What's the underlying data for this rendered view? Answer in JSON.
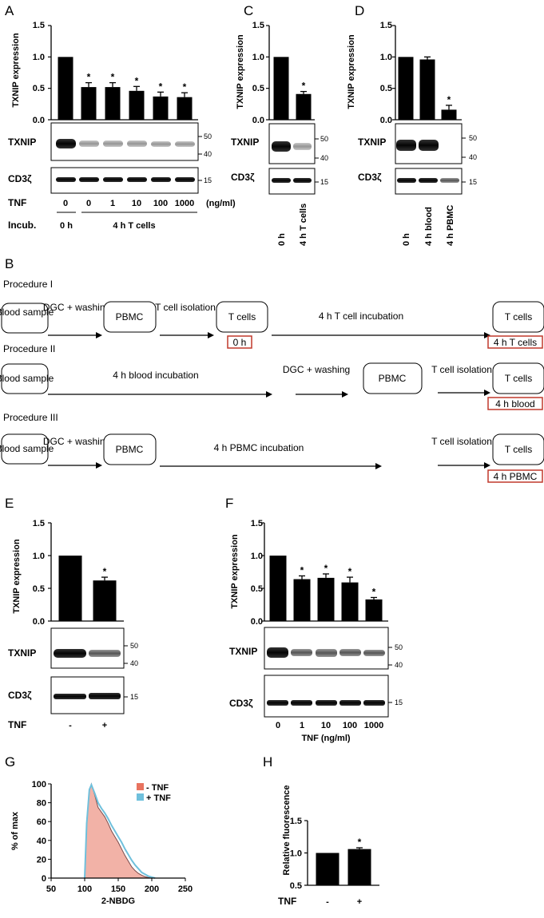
{
  "panel_labels": {
    "A": "A",
    "B": "B",
    "C": "C",
    "D": "D",
    "E": "E",
    "F": "F",
    "G": "G",
    "H": "H"
  },
  "common": {
    "ylabel": "TXNIP expression",
    "yticks": [
      "0.0",
      "0.5",
      "1.0",
      "1.5"
    ],
    "txnip_label": "TXNIP",
    "cd3_label": "CD3ζ",
    "mw_50": "50",
    "mw_40": "40",
    "mw_15": "15",
    "star": "*"
  },
  "panel_A": {
    "tnf_label": "TNF",
    "incub_label": "Incub.",
    "unit": "(ng/ml)",
    "categories": [
      "0",
      "0",
      "1",
      "10",
      "100",
      "1000"
    ],
    "group_0h": "0 h",
    "group_4h": "4 h T cells"
  },
  "panel_C": {
    "categories": [
      "0 h",
      "4 h T cells"
    ]
  },
  "panel_D": {
    "categories": [
      "0 h",
      "4 h blood",
      "4 h PBMC"
    ]
  },
  "panel_E": {
    "tnf_label": "TNF",
    "categories": [
      "-",
      "+"
    ]
  },
  "panel_F": {
    "categories": [
      "0",
      "1",
      "10",
      "100",
      "1000"
    ],
    "xlabel": "TNF (ng/ml)"
  },
  "panel_G": {
    "ylabel": "% of max",
    "xlabel": "2-NBDG",
    "yticks": [
      "0",
      "20",
      "40",
      "60",
      "80",
      "100"
    ],
    "xticks": [
      "50",
      "100",
      "150",
      "200",
      "250"
    ],
    "legend_minus": "- TNF",
    "legend_plus": "+ TNF",
    "color_minus": "#e8735f",
    "color_plus": "#6fc0dc"
  },
  "panel_H": {
    "ylabel": "Relative fluorescence",
    "yticks": [
      "0.5",
      "1.0",
      "1.5"
    ],
    "tnf_label": "TNF",
    "categories": [
      "-",
      "+"
    ]
  },
  "procedures": {
    "p1": {
      "title": "Procedure I",
      "blood": "Blood sample",
      "dgc": "DGC + washing",
      "pbmc": "PBMC",
      "tiso": "T cell isolation",
      "tcells_a": "T cells",
      "tag_a": "0 h",
      "incub": "4 h T cell incubation",
      "tcells_b": "T cells",
      "tag_b": "4 h T cells"
    },
    "p2": {
      "title": "Procedure II",
      "blood": "Blood sample",
      "incub": "4 h blood incubation",
      "dgc": "DGC + washing",
      "pbmc": "PBMC",
      "tiso": "T cell isolation",
      "tcells": "T cells",
      "tag": "4 h blood"
    },
    "p3": {
      "title": "Procedure III",
      "blood": "Blood sample",
      "dgc": "DGC + washing",
      "pbmc": "PBMC",
      "incub": "4 h PBMC incubation",
      "tiso": "T cell isolation",
      "tcells": "T cells",
      "tag": "4 h PBMC"
    }
  },
  "chart_data": [
    {
      "panel": "A",
      "type": "bar",
      "ylabel": "TXNIP expression",
      "ylim": [
        0,
        1.5
      ],
      "categories": [
        "0",
        "0",
        "1",
        "10",
        "100",
        "1000"
      ],
      "values": [
        1.0,
        0.52,
        0.52,
        0.46,
        0.37,
        0.36
      ],
      "errors": [
        0,
        0.07,
        0.07,
        0.07,
        0.07,
        0.07
      ],
      "significant": [
        false,
        true,
        true,
        true,
        true,
        true
      ]
    },
    {
      "panel": "C",
      "type": "bar",
      "ylabel": "TXNIP expression",
      "ylim": [
        0,
        1.5
      ],
      "categories": [
        "0 h",
        "4 h T cells"
      ],
      "values": [
        1.0,
        0.41
      ],
      "errors": [
        0,
        0.04
      ],
      "significant": [
        false,
        true
      ]
    },
    {
      "panel": "D",
      "type": "bar",
      "ylabel": "TXNIP expression",
      "ylim": [
        0,
        1.5
      ],
      "categories": [
        "0 h",
        "4 h blood",
        "4 h PBMC"
      ],
      "values": [
        1.0,
        0.96,
        0.16
      ],
      "errors": [
        0,
        0.04,
        0.07
      ],
      "significant": [
        false,
        false,
        true
      ]
    },
    {
      "panel": "E",
      "type": "bar",
      "ylabel": "TXNIP expression",
      "ylim": [
        0,
        1.5
      ],
      "categories": [
        "-",
        "+"
      ],
      "values": [
        1.0,
        0.62
      ],
      "errors": [
        0,
        0.05
      ],
      "significant": [
        false,
        true
      ]
    },
    {
      "panel": "F",
      "type": "bar",
      "ylabel": "TXNIP expression",
      "xlabel": "TNF (ng/ml)",
      "ylim": [
        0,
        1.5
      ],
      "categories": [
        "0",
        "1",
        "10",
        "100",
        "1000"
      ],
      "values": [
        1.0,
        0.64,
        0.66,
        0.59,
        0.33
      ],
      "errors": [
        0,
        0.05,
        0.06,
        0.08,
        0.03
      ],
      "significant": [
        false,
        true,
        true,
        true,
        true
      ]
    },
    {
      "panel": "G",
      "type": "area",
      "ylabel": "% of max",
      "xlabel": "2-NBDG",
      "xlim": [
        50,
        250
      ],
      "ylim": [
        0,
        100
      ],
      "series": [
        {
          "name": "- TNF",
          "x": [
            100,
            103,
            107,
            110,
            115,
            120,
            125,
            130,
            135,
            140,
            145,
            150,
            155,
            160,
            165,
            170,
            175,
            180,
            185,
            190,
            195,
            200
          ],
          "y": [
            0,
            60,
            93,
            100,
            88,
            75,
            70,
            65,
            58,
            50,
            44,
            38,
            31,
            24,
            18,
            12,
            8,
            5,
            3,
            1.5,
            0.5,
            0
          ]
        },
        {
          "name": "+ TNF",
          "x": [
            100,
            103,
            107,
            110,
            115,
            120,
            125,
            130,
            135,
            140,
            145,
            150,
            155,
            160,
            165,
            170,
            175,
            180,
            185,
            190,
            195,
            200,
            205
          ],
          "y": [
            0,
            58,
            94,
            99,
            90,
            80,
            74,
            69,
            63,
            56,
            50,
            44,
            38,
            31,
            25,
            19,
            14,
            10,
            6,
            4,
            2,
            1,
            0
          ]
        }
      ]
    },
    {
      "panel": "H",
      "type": "bar",
      "ylabel": "Relative fluorescence",
      "ylim": [
        0.5,
        1.5
      ],
      "categories": [
        "-",
        "+"
      ],
      "values": [
        1.0,
        1.06
      ],
      "errors": [
        0,
        0.02
      ],
      "significant": [
        false,
        true
      ]
    }
  ]
}
